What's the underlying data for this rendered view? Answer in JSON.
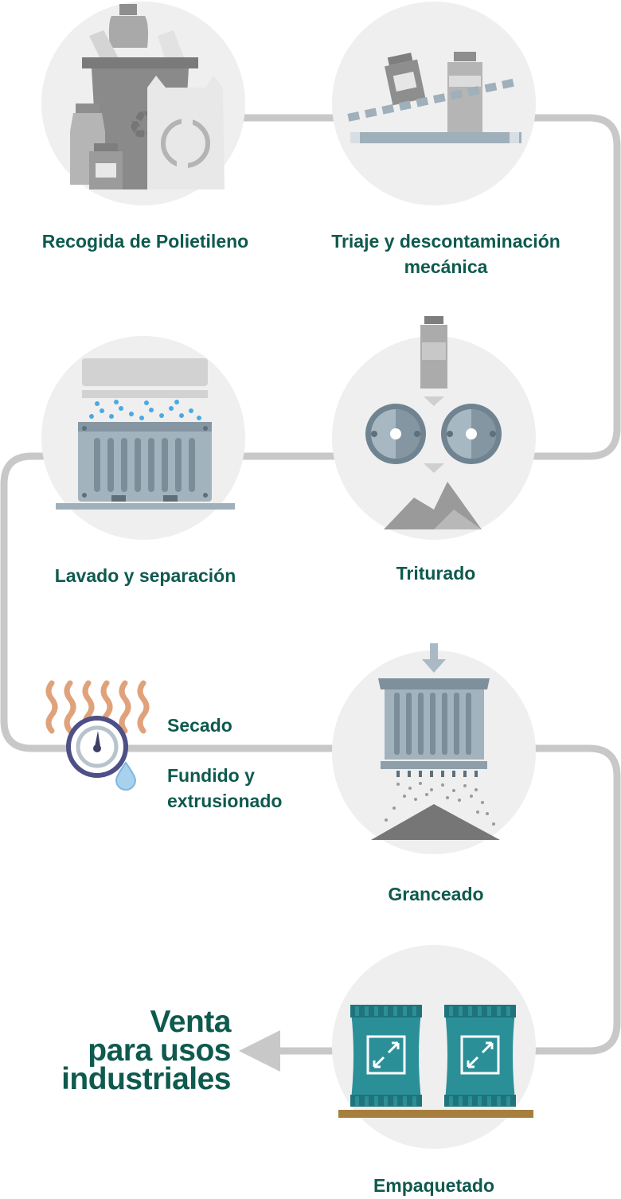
{
  "steps": {
    "recogida": "Recogida de Polietileno",
    "triaje_line1": "Triaje y descontaminación",
    "triaje_line2": "mecánica",
    "lavado": "Lavado y separación",
    "triturado": "Triturado",
    "secado": "Secado",
    "fundido_line1": "Fundido y",
    "fundido_line2": "extrusionado",
    "granceado": "Granceado",
    "empaquetado": "Empaquetado"
  },
  "final": {
    "line1": "Venta",
    "line2": "para usos",
    "line3": "industriales"
  },
  "colors": {
    "title_text": "#0e5a4e",
    "circle_bg": "#efefef",
    "connector": "#c8c8c8",
    "machine": "#8e9fab",
    "water": "#4aa9e3",
    "heat": "#e0a27a",
    "bag": "#2b8f98",
    "pallet": "#a67f3f"
  }
}
